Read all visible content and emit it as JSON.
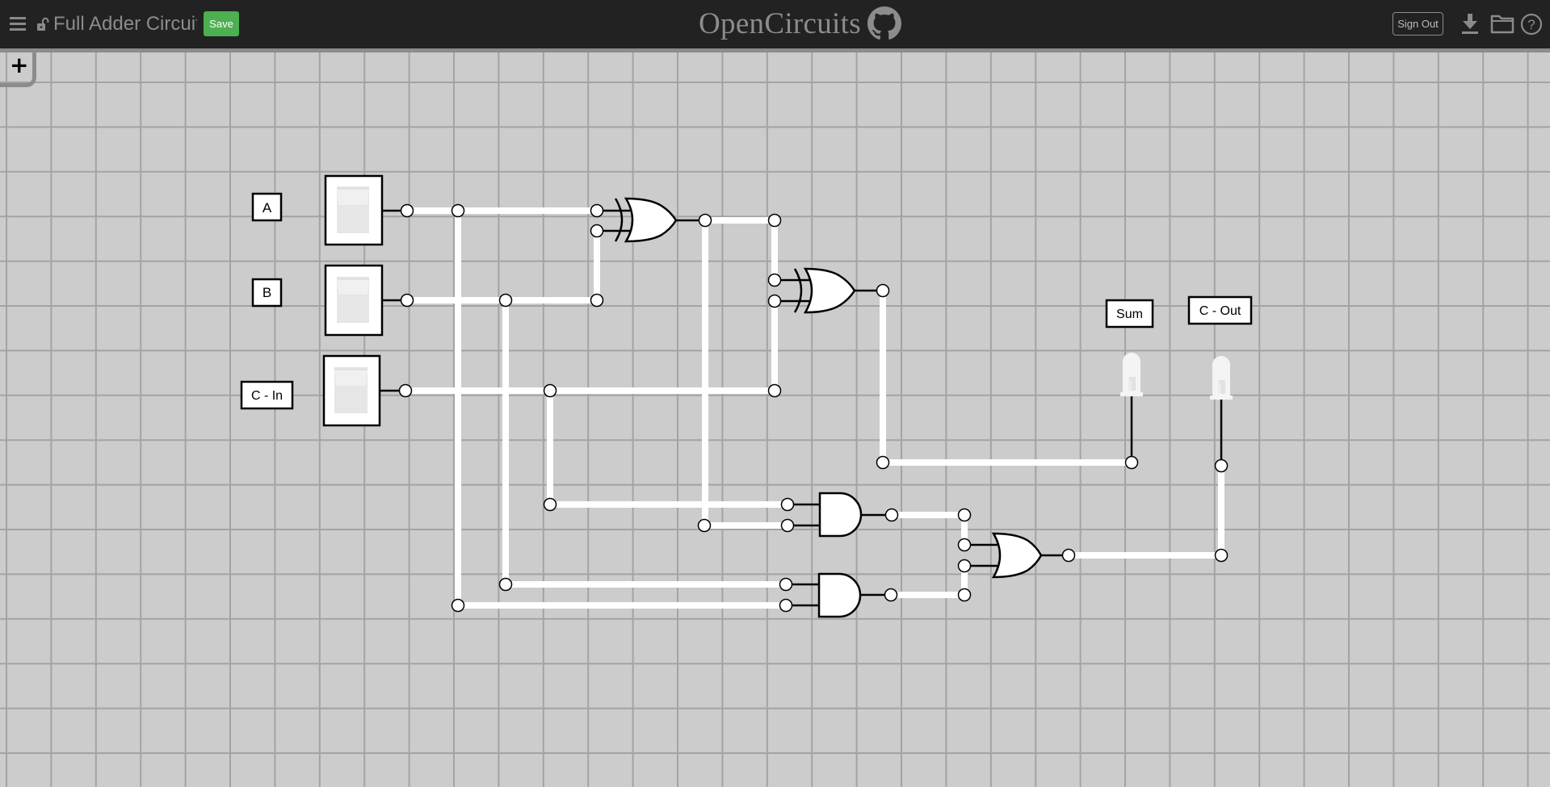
{
  "header": {
    "menu_icon": "hamburger-menu-icon",
    "lock_icon": "unlocked-padlock-icon",
    "project_name": "Full Adder Circuit",
    "save_label": "Save",
    "logo_text": "OpenCircuits",
    "github_icon": "github-octocat-icon",
    "signout_label": "Sign Out",
    "download_icon": "download-icon",
    "open_folder_icon": "folder-icon",
    "help_icon": "help-circle-icon"
  },
  "toolbar": {
    "add_button_label": "+"
  },
  "colors": {
    "header_bg": "#222222",
    "canvas_bg": "#cccccc",
    "grid_line": "#999999",
    "wire": "#ffffff",
    "save_button": "#4caf50",
    "component_stroke": "#000000"
  },
  "circuit": {
    "labels": {
      "input_a": "A",
      "input_b": "B",
      "input_cin": "C - In",
      "output_sum": "Sum",
      "output_cout": "C - Out"
    },
    "inputs": [
      {
        "id": "switch-a",
        "label": "A",
        "state": "off"
      },
      {
        "id": "switch-b",
        "label": "B",
        "state": "off"
      },
      {
        "id": "switch-cin",
        "label": "C - In",
        "state": "off"
      }
    ],
    "gates": [
      {
        "id": "xor-1",
        "type": "XOR",
        "inputs": [
          "A",
          "B"
        ]
      },
      {
        "id": "xor-2",
        "type": "XOR",
        "inputs": [
          "xor-1",
          "C - In"
        ]
      },
      {
        "id": "and-1",
        "type": "AND",
        "inputs": [
          "C - In",
          "xor-1"
        ]
      },
      {
        "id": "and-2",
        "type": "AND",
        "inputs": [
          "B",
          "A"
        ]
      },
      {
        "id": "or-1",
        "type": "OR",
        "inputs": [
          "and-1",
          "and-2"
        ]
      }
    ],
    "outputs": [
      {
        "id": "led-sum",
        "label": "Sum",
        "source": "xor-2",
        "state": "off"
      },
      {
        "id": "led-cout",
        "label": "C - Out",
        "source": "or-1",
        "state": "off"
      }
    ]
  }
}
